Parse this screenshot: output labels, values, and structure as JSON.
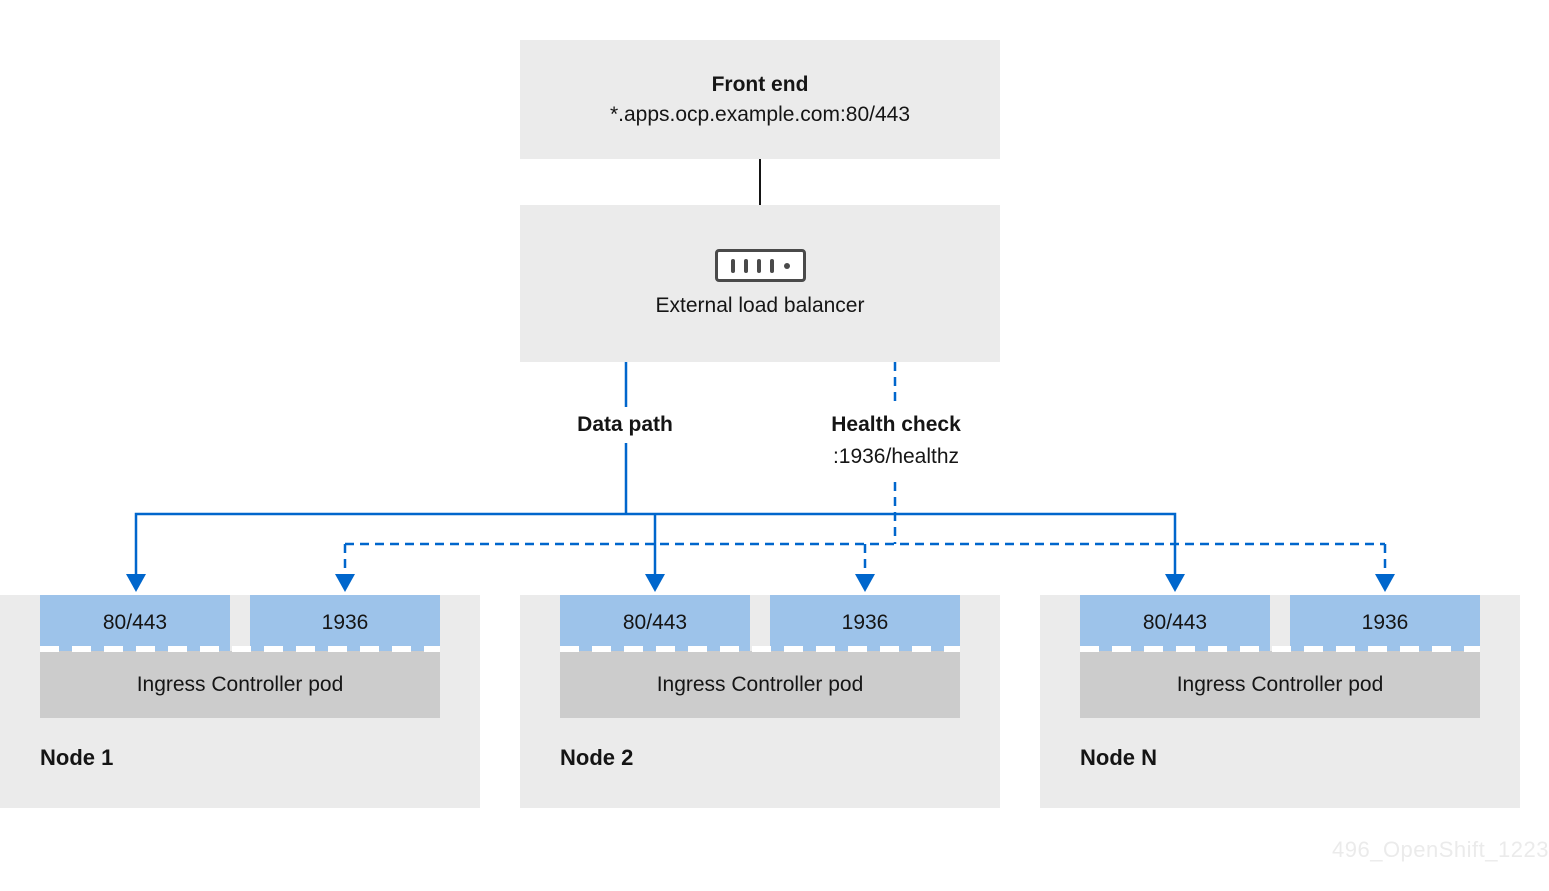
{
  "colors": {
    "accent_blue": "#0066cc",
    "port_blue": "#9dc3ea",
    "node_gray": "#ebebeb",
    "pod_gray": "#cccccc",
    "box_gray": "#ebebeb",
    "text": "#151515",
    "watermark_gray": "#ebebeb"
  },
  "front_end": {
    "title": "Front end",
    "subtitle": "*.apps.ocp.example.com:80/443"
  },
  "load_balancer": {
    "label": "External load balancer",
    "icon": "server-icon"
  },
  "paths": {
    "data_path_label": "Data path",
    "health_check_label": "Health check",
    "health_check_endpoint": ":1936/healthz"
  },
  "nodes": [
    {
      "name": "Node 1",
      "ports": [
        "80/443",
        "1936"
      ],
      "pod_label": "Ingress Controller pod"
    },
    {
      "name": "Node 2",
      "ports": [
        "80/443",
        "1936"
      ],
      "pod_label": "Ingress Controller pod"
    },
    {
      "name": "Node N",
      "ports": [
        "80/443",
        "1936"
      ],
      "pod_label": "Ingress Controller pod"
    }
  ],
  "watermark": "496_OpenShift_1223"
}
